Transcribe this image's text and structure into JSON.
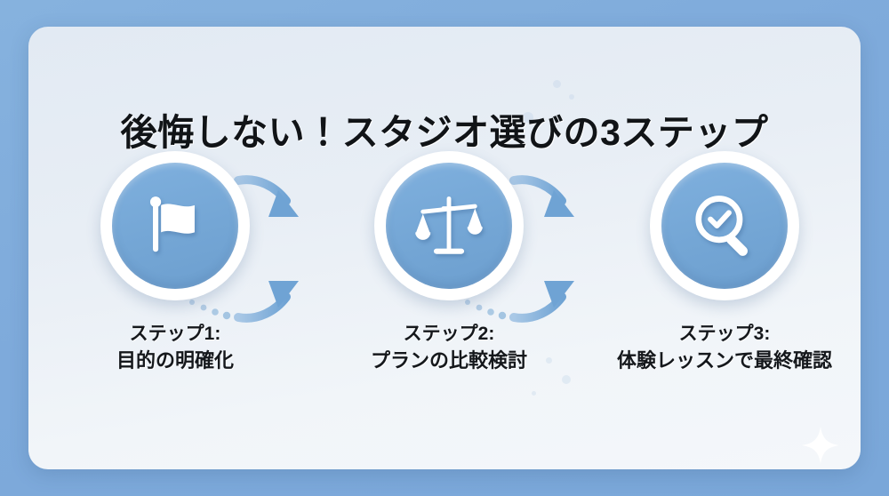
{
  "slide": {
    "title": "後悔しない！スタジオ選びの3ステップ",
    "background_color": "#7faedc",
    "card_color": "#e6edf4",
    "accent_color": "#76a9d8",
    "text_color": "#15181c"
  },
  "steps": [
    {
      "icon": "flag-icon",
      "head": "ステップ1:",
      "sub": "目的の明確化"
    },
    {
      "icon": "balance-scales-icon",
      "head": "ステップ2:",
      "sub": "プランの比較検討"
    },
    {
      "icon": "magnifier-check-icon",
      "head": "ステップ3:",
      "sub": "体験レッスンで最終確認"
    }
  ],
  "decoration": {
    "sparkle": "sparkle-icon"
  }
}
